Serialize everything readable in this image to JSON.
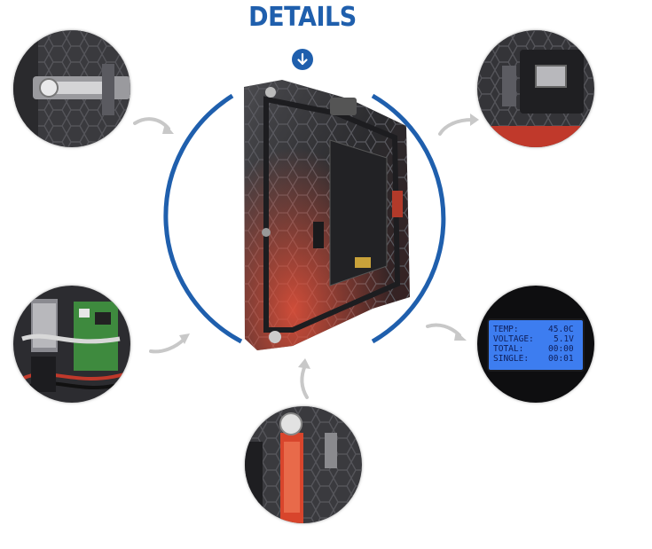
{
  "header": {
    "title": "DETAILS"
  },
  "lcd": {
    "rows": [
      {
        "label": "TEMP:",
        "value": "45.0C"
      },
      {
        "label": "VOLTAGE:",
        "value": "5.1V"
      },
      {
        "label": "TOTAL:",
        "value": "00:00"
      },
      {
        "label": "SINGLE:",
        "value": "00:01"
      }
    ]
  },
  "colors": {
    "accent": "#1f5fad",
    "lcd_background": "#3d7df0",
    "panel_red": "#d8452c"
  },
  "icons": {
    "header_button": "arrow-down-icon",
    "connectors": "curved-arrow-icon"
  }
}
